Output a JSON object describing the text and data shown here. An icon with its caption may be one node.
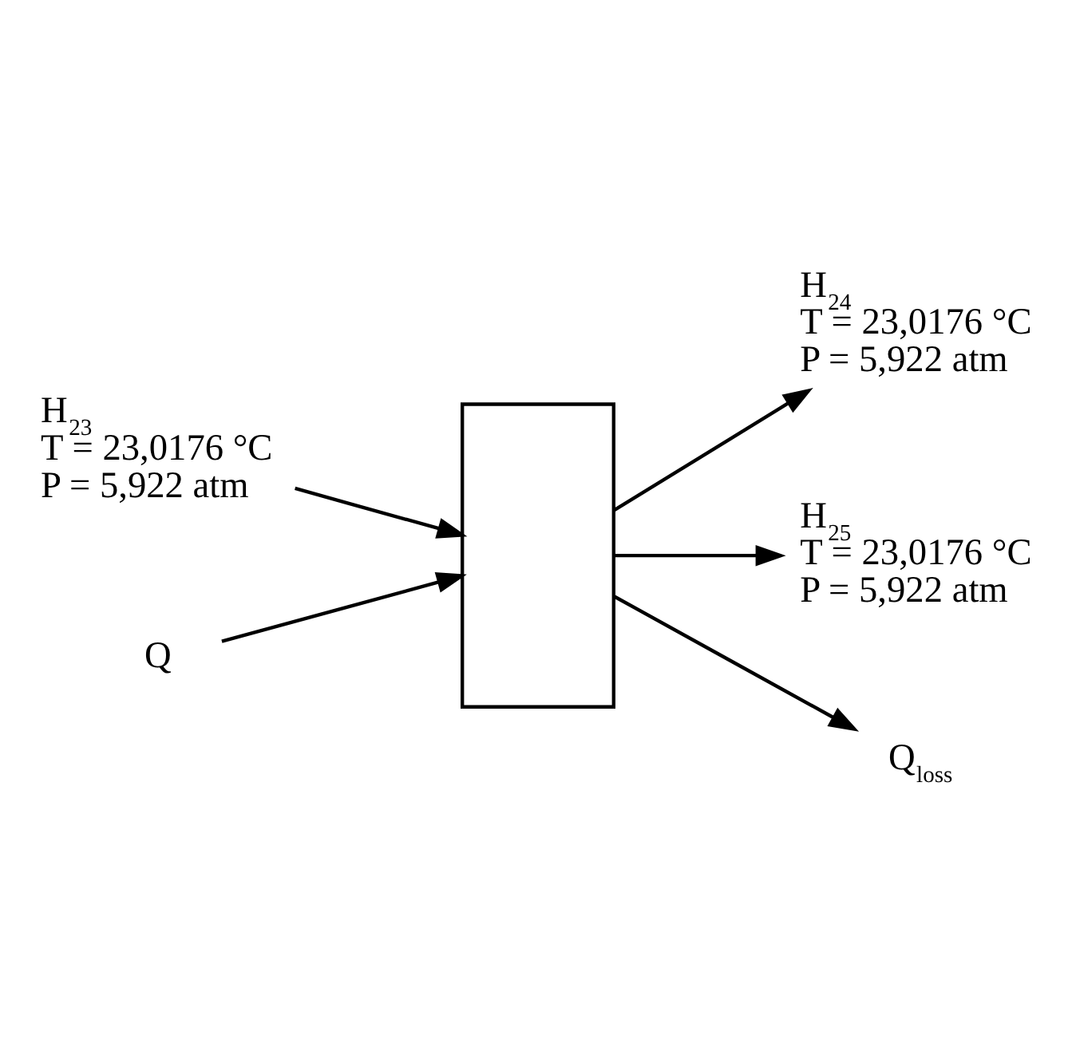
{
  "diagram": {
    "nodes": [
      {
        "text": [],
        "shape": "box"
      },
      {
        "text": [
          "H$_{24}$",
          "T = 23,0176 °C",
          "P = 5,922 atm"
        ]
      },
      {
        "text": [
          "H$_{23}$",
          "T = 23,0176 °C",
          "P = 5,922 atm"
        ]
      },
      {
        "text": [
          "Q"
        ]
      },
      {
        "text": [
          "H$_{25}$",
          "T = 23,0176 °C",
          "P = 5,922 atm"
        ]
      },
      {
        "text": [
          "Q$_{loss}$"
        ]
      }
    ],
    "edges": [
      {
        "from": 0,
        "to": 1,
        "arrow": "to"
      },
      {
        "from": 2,
        "to": 0,
        "arrow": "to"
      },
      {
        "from": 3,
        "to": 0,
        "arrow": "to"
      },
      {
        "from": 0,
        "to": 4,
        "arrow": "to"
      },
      {
        "from": 0,
        "to": 5,
        "arrow": "to"
      }
    ]
  }
}
